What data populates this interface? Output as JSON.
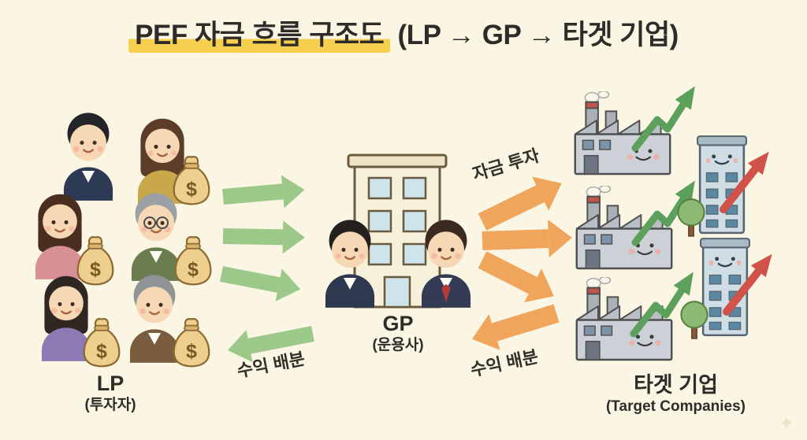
{
  "title": {
    "highlighted": "PEF 자금 흐름 구조도",
    "suffix": " (LP → GP → 타겟 기업)"
  },
  "groups": {
    "lp": {
      "label": "LP",
      "sublabel": "(투자자)"
    },
    "gp": {
      "label": "GP",
      "sublabel": "(운용사)"
    },
    "target": {
      "label": "타겟 기업",
      "sublabel": "(Target Companies)"
    }
  },
  "flow_labels": {
    "invest": "자금 투자",
    "lp_return": "수익 배분",
    "target_return": "수익 배분"
  },
  "illustration": {
    "dollar_sign": "$",
    "sparkle": "✦"
  },
  "colors": {
    "background": "#fbf6e4",
    "green_arrow": "#9cc98a",
    "orange_arrow": "#f0a55c",
    "title_highlight": "#f6cf4f",
    "growth_arrow_green": "#5ca05c",
    "growth_arrow_red": "#d15249"
  }
}
